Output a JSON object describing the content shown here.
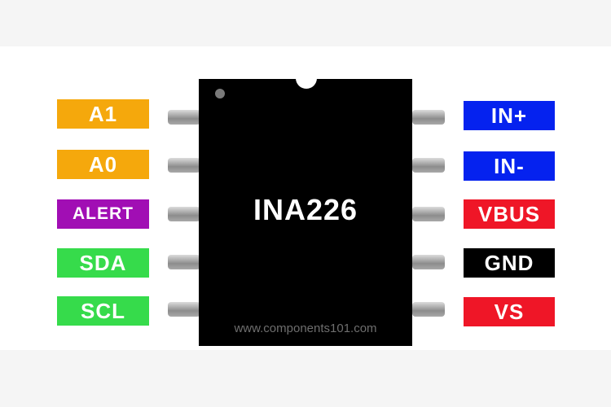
{
  "chip": {
    "name": "INA226",
    "watermark": "www.components101.com"
  },
  "colors": {
    "address": "#f5a80c",
    "alert": "#a10eb4",
    "i2c": "#36db4b",
    "input": "#0522ef",
    "power": "#ef1627",
    "ground": "#000000",
    "chip_body": "#000000"
  },
  "pins_left": [
    {
      "label": "A1",
      "color": "#f5a80c"
    },
    {
      "label": "A0",
      "color": "#f5a80c"
    },
    {
      "label": "ALERT",
      "color": "#a10eb4"
    },
    {
      "label": "SDA",
      "color": "#36db4b"
    },
    {
      "label": "SCL",
      "color": "#36db4b"
    }
  ],
  "pins_right": [
    {
      "label": "IN+",
      "color": "#0522ef"
    },
    {
      "label": "IN-",
      "color": "#0522ef"
    },
    {
      "label": "VBUS",
      "color": "#ef1627"
    },
    {
      "label": "GND",
      "color": "#000000"
    },
    {
      "label": "VS",
      "color": "#ef1627"
    }
  ]
}
